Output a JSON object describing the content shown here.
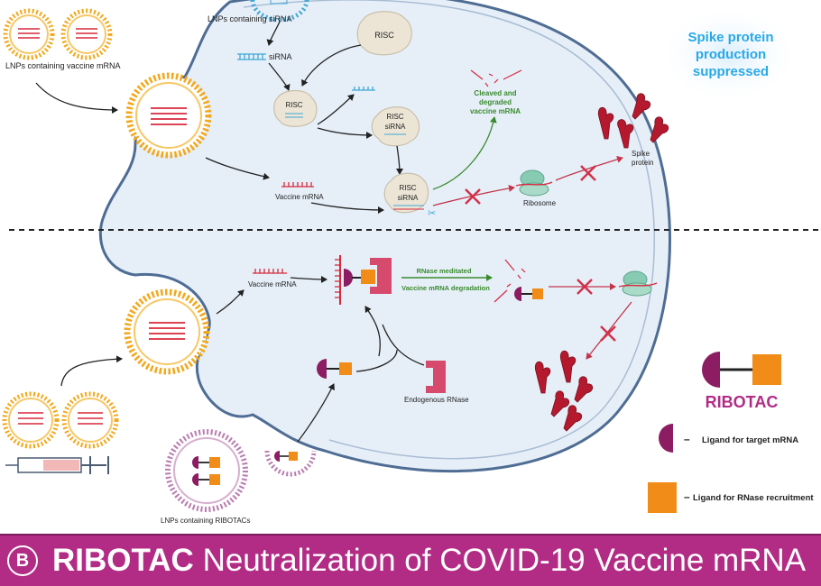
{
  "labels": {
    "lnp_sirna": "LNPs containing siRNA",
    "lnp_vaccine": "LNPs containing vaccine mRNA",
    "risc": "RISC",
    "sirna": "siRNA",
    "vaccine_mrna": "Vaccine mRNA",
    "cleaved_l1": "Cleaved and",
    "cleaved_l2": "degraded",
    "cleaved_l3": "vaccine mRNA",
    "ribosome": "Ribosome",
    "spike_l1": "Spike",
    "spike_l2": "protein",
    "suppressed_l1": "Spike protein",
    "suppressed_l2": "production",
    "suppressed_l3": "suppressed",
    "rnase_l1": "RNase meditated",
    "rnase_l2": "Vaccine mRNA degradation",
    "endogenous_rnase": "Endogenous RNase",
    "lnp_ribotac": "LNPs containing RIBOTACs",
    "ribotac": "RIBOTAC",
    "legend_ligand_mrna": "Ligand for target mRNA",
    "legend_ligand_rnase": "Ligand for RNase recruitment",
    "legend_dash": "–"
  },
  "footer": {
    "badge": "B",
    "title_bold": "RIBOTAC",
    "title_rest": " Neutralization of COVID-19 Vaccine mRNA"
  },
  "colors": {
    "cell_fill": "#e6eff8",
    "cell_stroke": "#4f6d94",
    "lipid_head": "#f2a81c",
    "mrna": "#d8283c",
    "sirna": "#3fa7d6",
    "ligand_mrna": "#8c1d62",
    "ligand_rnase": "#f08c17",
    "rnase": "#d64a6e",
    "spike": "#b5192d",
    "ribosome": "#86cbb2",
    "risc": "#ece5d6",
    "green_arrow": "#3a8a2e",
    "accent_blue": "#29a9e8",
    "footer_bg": "#b22c86"
  }
}
